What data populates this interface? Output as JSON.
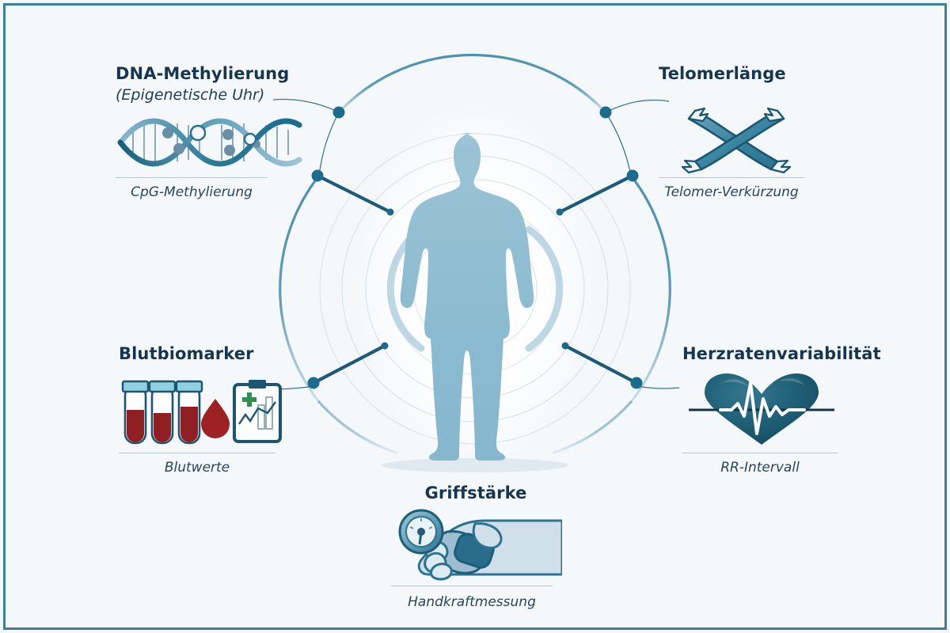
{
  "figure": {
    "background_color": "#f5f8fb",
    "border_color": "#3d7f9e",
    "accent_color": "#2e7d9a",
    "node_color": "#1d6b8c",
    "silhouette_color": "#8fbcd0",
    "title_color": "#16354f"
  },
  "center": {
    "subject_name": "human-body-silhouette",
    "ring_count": 7
  },
  "panels": [
    {
      "id": "dna-methylation",
      "title": "DNA-Methylierung",
      "subtitle": "(Epigenetische Uhr)",
      "caption": "CpG-Methylierung",
      "icon": "dna-helix-icon"
    },
    {
      "id": "telomere-length",
      "title": "Telomerlänge",
      "subtitle": "",
      "caption": "Telomer-Verkürzung",
      "icon": "chromosome-icon"
    },
    {
      "id": "blood-biomarker",
      "title": "Blutbiomarker",
      "subtitle": "",
      "caption": "Blutwerte",
      "icon": "blood-tubes-clipboard-icon"
    },
    {
      "id": "heart-rate-variability",
      "title": "Herzratenvariabilität",
      "subtitle": "",
      "caption": "RR-Intervall",
      "icon": "heart-ecg-icon"
    },
    {
      "id": "grip-strength",
      "title": "Griffstärke",
      "subtitle": "",
      "caption": "Handkraftmessung",
      "icon": "hand-dynamometer-icon"
    }
  ]
}
